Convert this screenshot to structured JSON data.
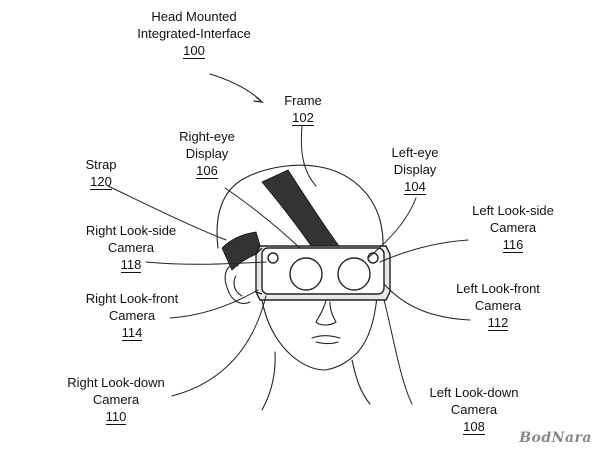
{
  "labels": {
    "hmi": {
      "line1": "Head Mounted",
      "line2": "Integrated-Interface",
      "num": "100"
    },
    "frame": {
      "line1": "Frame",
      "num": "102"
    },
    "left_display": {
      "line1": "Left-eye",
      "line2": "Display",
      "num": "104"
    },
    "right_display": {
      "line1": "Right-eye",
      "line2": "Display",
      "num": "106"
    },
    "left_down_cam": {
      "line1": "Left Look-down",
      "line2": "Camera",
      "num": "108"
    },
    "right_down_cam": {
      "line1": "Right Look-down",
      "line2": "Camera",
      "num": "110"
    },
    "left_front_cam": {
      "line1": "Left Look-front",
      "line2": "Camera",
      "num": "112"
    },
    "right_front_cam": {
      "line1": "Right Look-front",
      "line2": "Camera",
      "num": "114"
    },
    "left_side_cam": {
      "line1": "Left Look-side",
      "line2": "Camera",
      "num": "116"
    },
    "right_side_cam": {
      "line1": "Right Look-side",
      "line2": "Camera",
      "num": "118"
    },
    "strap": {
      "line1": "Strap",
      "num": "120"
    }
  },
  "watermark": "BodNara"
}
